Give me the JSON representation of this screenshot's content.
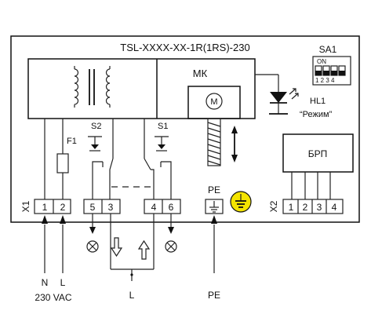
{
  "title": "TSL-XXXX-XX-1R(1RS)-230",
  "labels": {
    "mk": "МК",
    "motor": "M",
    "f1": "F1",
    "s1": "S1",
    "s2": "S2",
    "sa1": "SA1",
    "sa1_on": "ON",
    "sa1_positions": "1 2 3 4",
    "hl1": "HL1",
    "rezhim": "“Режим”",
    "brp": "БРП",
    "pe": "PE",
    "x1": "X1",
    "x2": "X2",
    "n": "N",
    "l": "L",
    "voltage": "230 VAC",
    "l_bottom": "L",
    "pe_bottom": "PE"
  },
  "terminals_x1": [
    "1",
    "2",
    "5",
    "3",
    "4",
    "6"
  ],
  "terminals_x2": [
    "1",
    "2",
    "3",
    "4"
  ],
  "colors": {
    "ground_yellow": "#f4e400",
    "line": "#222222"
  }
}
